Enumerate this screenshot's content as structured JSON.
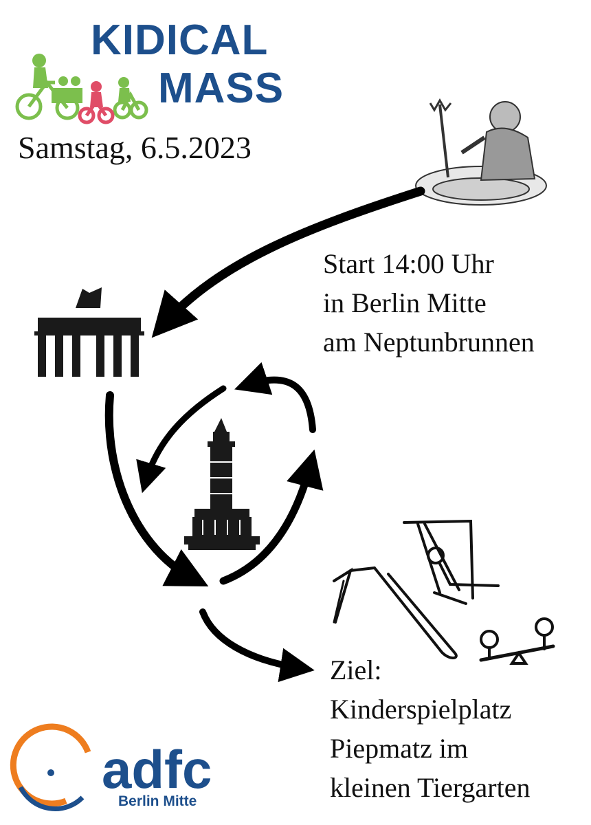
{
  "header": {
    "logo_line1": "KIDICAL",
    "logo_line2": "MASS",
    "date": "Samstag, 6.5.2023"
  },
  "start": {
    "line1": "Start 14:00 Uhr",
    "line2": "in Berlin Mitte",
    "line3": "am Neptunbrunnen"
  },
  "goal": {
    "line1": "Ziel:",
    "line2": "Kinderspielplatz",
    "line3": "Piepmatz im",
    "line4": "kleinen Tiergarten"
  },
  "footer": {
    "brand": "adfc",
    "sub": "Berlin Mitte"
  },
  "colors": {
    "brand_blue": "#1d4f8c",
    "kid_green": "#7cbf4d",
    "kid_pink": "#e04d67",
    "adfc_orange": "#ee7d1f"
  }
}
